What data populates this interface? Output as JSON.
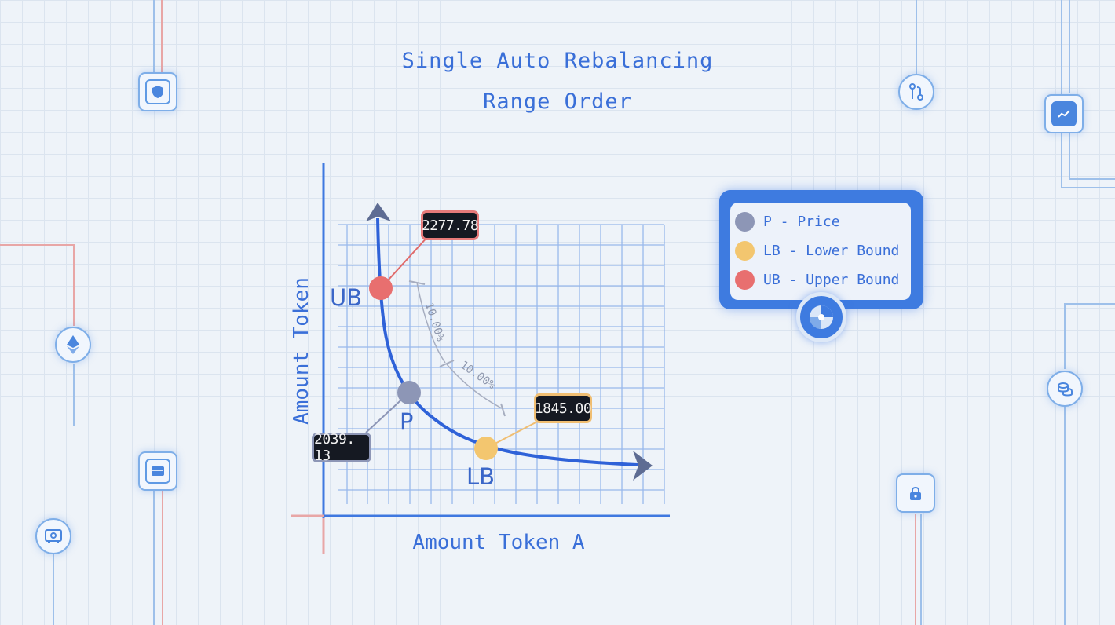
{
  "title": {
    "line1": "Single Auto Rebalancing",
    "line2": "Range Order"
  },
  "axes": {
    "x_label": "Amount Token A",
    "y_label": "Amount Token"
  },
  "points": {
    "upper_bound": {
      "label": "UB",
      "value": "2277.78",
      "color": "#e86f6f"
    },
    "price": {
      "label": "P",
      "value": "2039. 13",
      "color": "#8d96b6"
    },
    "lower_bound": {
      "label": "LB",
      "value": "1845.00",
      "color": "#f3c66f"
    }
  },
  "ranges": {
    "upper_percent": "10.00%",
    "lower_percent": "10.00%"
  },
  "legend": [
    {
      "color": "#8d96b6",
      "label": "P - Price"
    },
    {
      "color": "#f3c66f",
      "label": "LB - Lower Bound"
    },
    {
      "color": "#e86f6f",
      "label": "UB - Upper Bound"
    }
  ],
  "icons": {
    "left": [
      "shield-icon",
      "ethereum-icon",
      "wallet-icon",
      "safe-icon"
    ],
    "right": [
      "branch-icon",
      "chart-icon",
      "coins-icon",
      "lock-icon"
    ],
    "legend_badge": "pie-chart-icon"
  }
}
